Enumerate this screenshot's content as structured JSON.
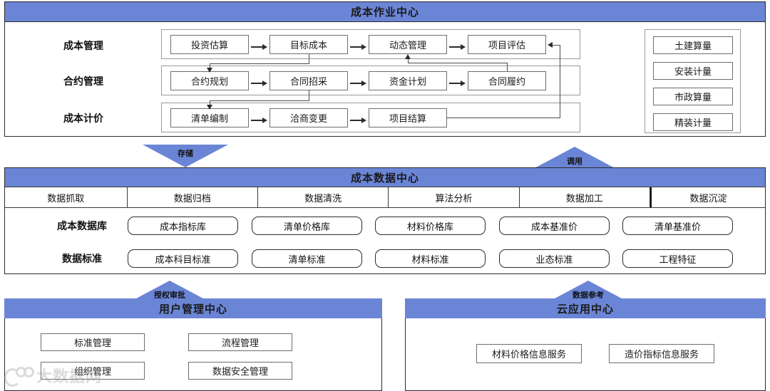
{
  "work_center": {
    "title": "成本作业中心",
    "rows": [
      {
        "label": "成本管理",
        "nodes": [
          "投资估算",
          "目标成本",
          "动态管理",
          "项目评估"
        ]
      },
      {
        "label": "合约管理",
        "nodes": [
          "合约规划",
          "合同招采",
          "资金计划",
          "合同履约"
        ]
      },
      {
        "label": "成本计价",
        "nodes": [
          "清单编制",
          "洽商变更",
          "项目结算"
        ]
      }
    ],
    "side_panel": [
      "土建算量",
      "安装计量",
      "市政算量",
      "精装计量"
    ]
  },
  "connectors": {
    "storage_label": "存储",
    "invoke_label": "调用",
    "approval_label": "授权审批",
    "reference_label": "数据参考"
  },
  "data_center": {
    "title": "成本数据中心",
    "tabs": [
      "数据抓取",
      "数据归档",
      "数据清洗",
      "算法分析",
      "数据加工",
      "数据沉淀"
    ],
    "rows": [
      {
        "label": "成本数据库",
        "items": [
          "成本指标库",
          "清单价格库",
          "材料价格库",
          "成本基准价",
          "清单基准价"
        ]
      },
      {
        "label": "数据标准",
        "items": [
          "成本科目标准",
          "清单标准",
          "材料标准",
          "业态标准",
          "工程特征"
        ]
      }
    ]
  },
  "user_center": {
    "title": "用户管理中心",
    "items": [
      "标准管理",
      "流程管理",
      "组织管理",
      "数据安全管理"
    ]
  },
  "cloud_center": {
    "title": "云应用中心",
    "items": [
      "材料价格信息服务",
      "造价指标信息服务"
    ]
  },
  "watermark": {
    "text": "大数据网"
  },
  "colors": {
    "accent": "#6b85d6",
    "border": "#2b2b2b",
    "node_border": "#6e6e6e"
  }
}
